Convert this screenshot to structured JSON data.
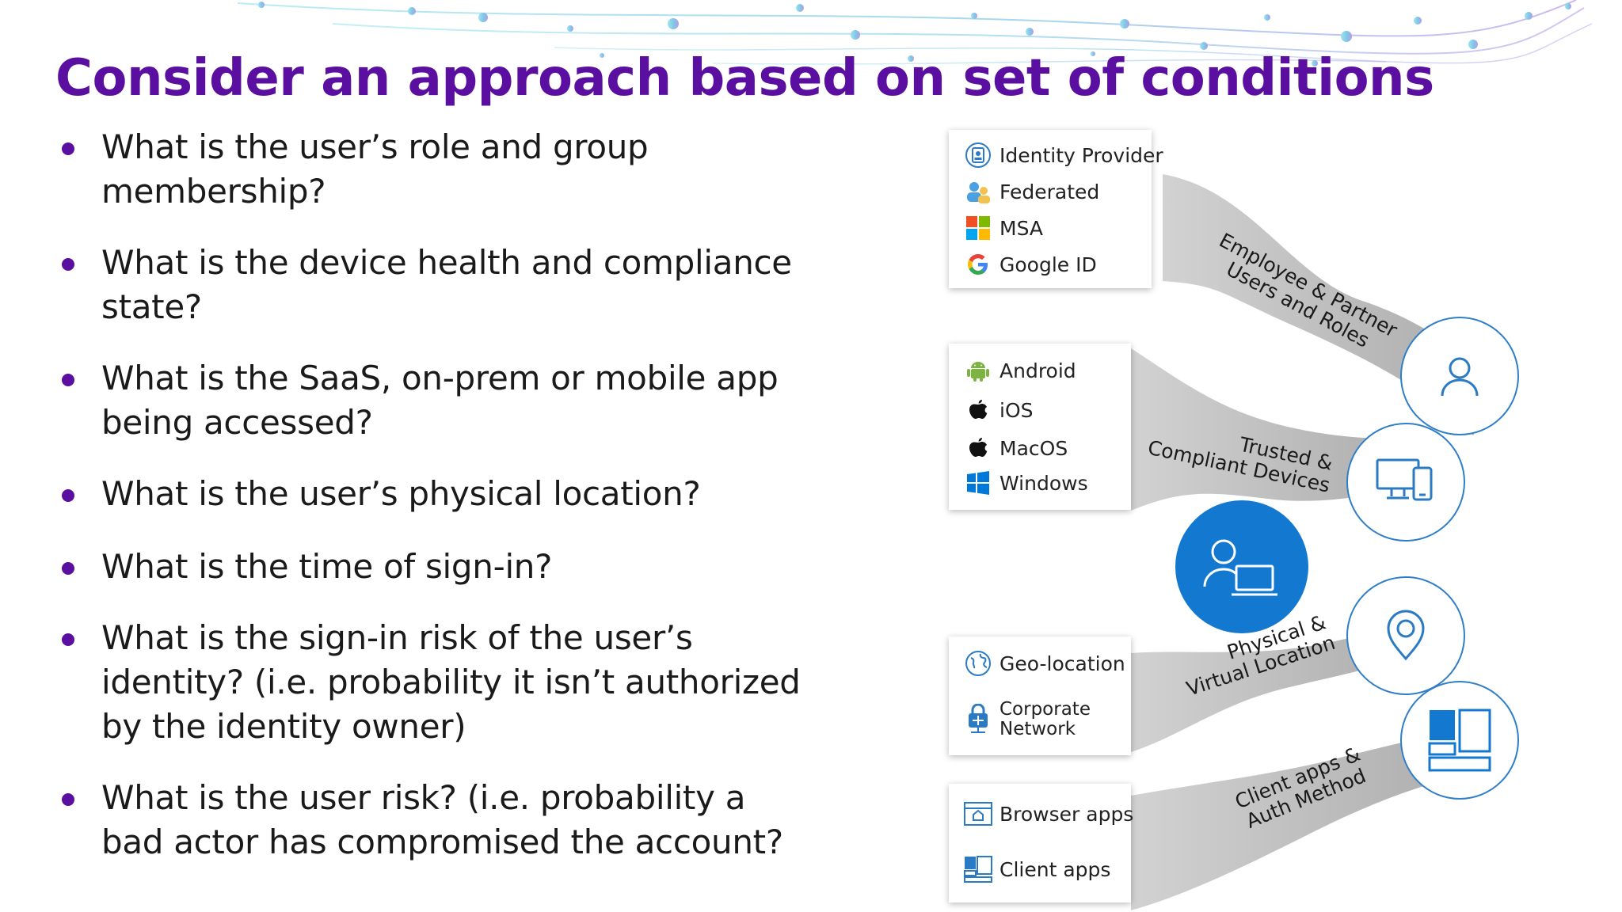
{
  "slide": {
    "title": "Consider an approach based on set of conditions"
  },
  "bullets": [
    "What is the user’s role and group membership?",
    "What is the device health and compliance state?",
    "What is the SaaS, on-prem or mobile app being accessed?",
    "What is the user’s physical location?",
    "What is the time of sign-in?",
    "What is the sign-in risk of the user’s identity? (i.e. probability it isn’t authorized by the identity owner)",
    "What is the user risk? (i.e. probability a bad actor has compromised the account?"
  ],
  "diagram": {
    "identity_card": {
      "items": [
        {
          "label": "Identity Provider",
          "icon": "id-badge-icon"
        },
        {
          "label": "Federated",
          "icon": "federated-users-icon"
        },
        {
          "label": "MSA",
          "icon": "microsoft-logo-icon"
        },
        {
          "label": "Google ID",
          "icon": "google-logo-icon"
        }
      ]
    },
    "device_card": {
      "items": [
        {
          "label": "Android",
          "icon": "android-icon"
        },
        {
          "label": "iOS",
          "icon": "apple-icon"
        },
        {
          "label": "MacOS",
          "icon": "apple-icon"
        },
        {
          "label": "Windows",
          "icon": "windows-logo-icon"
        }
      ]
    },
    "location_card": {
      "items": [
        {
          "label": "Geo-location",
          "icon": "globe-icon"
        },
        {
          "label": "Corporate Network",
          "icon": "network-lock-icon"
        }
      ]
    },
    "apps_card": {
      "items": [
        {
          "label": "Browser apps",
          "icon": "browser-window-icon"
        },
        {
          "label": "Client apps",
          "icon": "client-apps-icon"
        }
      ]
    },
    "ribbons": [
      {
        "line1": "Employee & Partner",
        "line2": "Users and Roles"
      },
      {
        "line1": "Trusted &",
        "line2": "Compliant Devices"
      },
      {
        "line1": "Physical &",
        "line2": "Virtual Location"
      },
      {
        "line1": "Client apps &",
        "line2": "Auth Method"
      }
    ],
    "circles": [
      {
        "icon": "user-icon"
      },
      {
        "icon": "devices-icon"
      },
      {
        "icon": "user-laptop-icon"
      },
      {
        "icon": "location-pin-icon"
      },
      {
        "icon": "app-tiles-icon"
      }
    ],
    "colors": {
      "title": "#5a0fa0",
      "bullet": "#5a0fa0",
      "circle_border": "#2f7ec8",
      "center_circle": "#1378d0",
      "ribbon": "#b5b5b5"
    }
  }
}
